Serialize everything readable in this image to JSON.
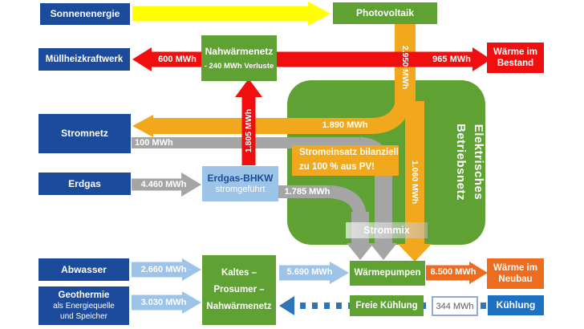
{
  "boxes": {
    "sonnenenergie": {
      "label": "Sonnenenergie"
    },
    "photovoltaik": {
      "label": "Photovoltaik"
    },
    "muellheizkraftwerk": {
      "label": "Müllheizkraftwerk"
    },
    "nahwaermenetz": {
      "label": "Nahwärmenetz",
      "sublabel": "- 240 MWh Verluste"
    },
    "waerme_im_bestand": {
      "line1": "Wärme im",
      "line2": "Bestand"
    },
    "stromnetz": {
      "label": "Stromnetz"
    },
    "erdgas": {
      "label": "Erdgas"
    },
    "erdgas_bhkw": {
      "label": "Erdgas-BHKW",
      "sublabel": "stromgeführt"
    },
    "elektrisches_betriebsnetz": {
      "line1": "Elektrisches",
      "line2": "Betriebsnetz"
    },
    "stromeinsatz_note": {
      "line1": "Stromeinsatz bilanziell",
      "line2": "zu 100 % aus PV!"
    },
    "strommix": {
      "label": "Strommix"
    },
    "waermepumpen": {
      "label": "Wärmepumpen"
    },
    "waerme_im_neubau": {
      "line1": "Wärme im",
      "line2": "Neubau"
    },
    "abwasser": {
      "label": "Abwasser"
    },
    "geothermie": {
      "label": "Geothermie",
      "sub1": "als Energiequelle",
      "sub2": "und Speicher"
    },
    "kaltes_netz": {
      "line1": "Kaltes –",
      "line2": "Prosumer –",
      "line3": "Nahwärmenetz"
    },
    "freie_kuehlung": {
      "label": "Freie Kühlung"
    },
    "wert_344": {
      "label": "344 MWh"
    },
    "kuehlung": {
      "label": "Kühlung"
    }
  },
  "flows": {
    "pv_ertrag": "2.950 MWh",
    "waerme_bestand": "965 MWh",
    "mhkw_abgabe": "600 MWh",
    "bhkw_waerme": "1.805 MWh",
    "netz_einspeisung": "1.890 MWh",
    "netz_bezug": "100 MWh",
    "erdgas_input": "4.460 MWh",
    "bhkw_strom": "1.785 MWh",
    "pv_eigenverbrauch": "1.060 MWh",
    "abwasser_input": "2.660 MWh",
    "geothermie_input": "3.030 MWh",
    "kaltnetz_zu_wp": "5.690 MWh",
    "waerme_neubau": "8.500 MWh"
  },
  "colors": {
    "navy": "#1c4b9c",
    "green": "#5fa233",
    "red": "#f10e0e",
    "amber": "#f2a81d",
    "yellow": "#ffff00",
    "gray": "#a5a5a5",
    "light_blue": "#9dc3e6",
    "orange": "#ed6c1f",
    "dotted_blue": "#2e75b6",
    "cooling_blue": "#1e70c1"
  }
}
